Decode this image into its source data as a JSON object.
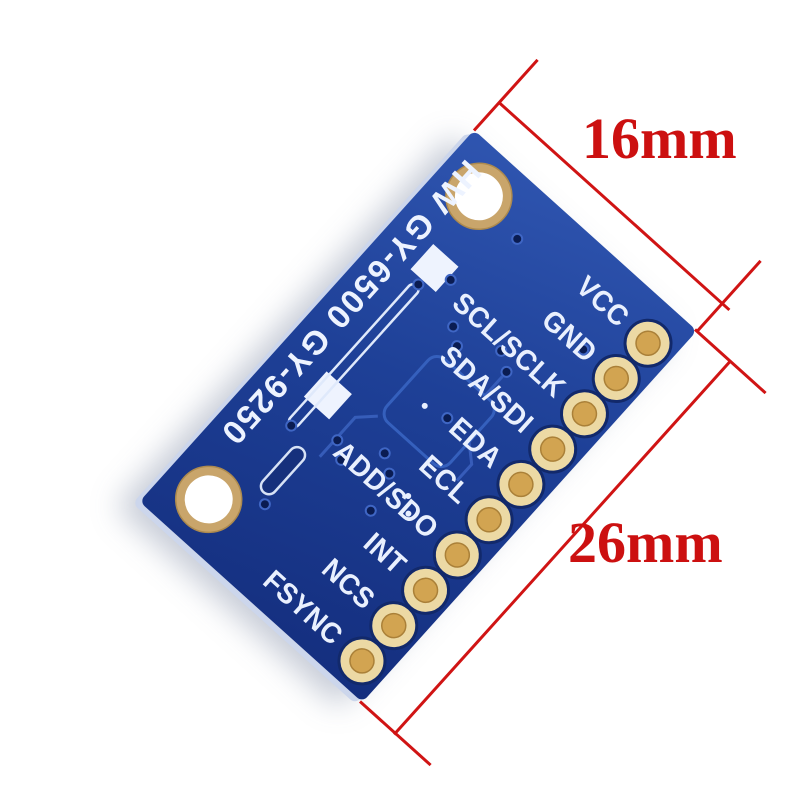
{
  "photo": {
    "board": {
      "silkscreen_text": "HW GY-6500 GY-9250",
      "pin_labels": [
        "VCC",
        "GND",
        "SCL/SCLK",
        "SDA/SDI",
        "EDA",
        "ECL",
        "ADD/SDO",
        "INT",
        "NCS",
        "FSYNC"
      ]
    },
    "dimensions": {
      "width_label": "16mm",
      "length_label": "26mm"
    },
    "colors": {
      "pcb_blue": "#1e4097",
      "silkscreen_white": "#edf3ff",
      "pad_gold": "#d2a451",
      "annotation_red": "#cc1010",
      "background": "#ffffff"
    }
  }
}
